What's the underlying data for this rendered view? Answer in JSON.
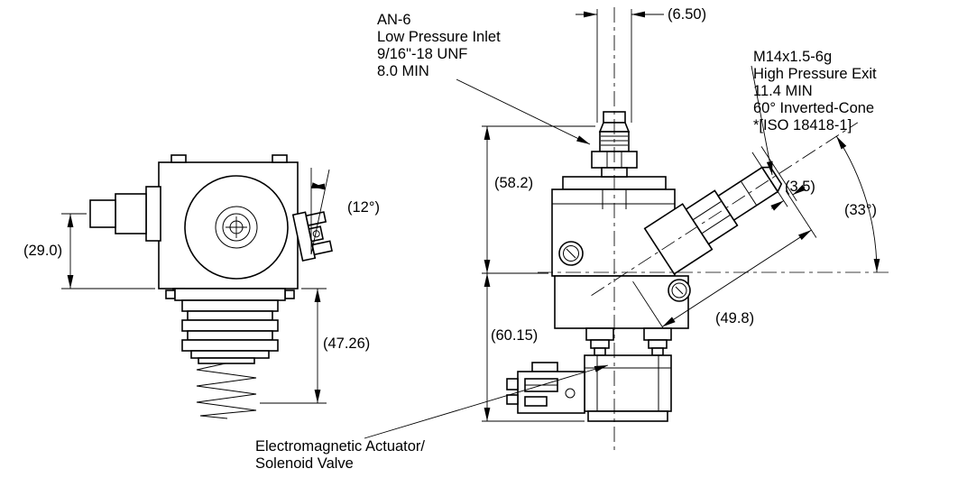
{
  "drawing": {
    "callouts": {
      "inlet": {
        "line1": "AN-6",
        "line2": "Low Pressure Inlet",
        "line3": "9/16\"-18 UNF",
        "line4": "8.0 MIN"
      },
      "exit": {
        "line1": "M14x1.5-6g",
        "line2": "High Pressure Exit",
        "line3": "11.4 MIN",
        "line4": "60° Inverted-Cone",
        "line5": "*[ISO 18418-1]"
      },
      "actuator": {
        "line1": "Electromagnetic Actuator/",
        "line2": "Solenoid Valve"
      }
    },
    "dimensions": {
      "top_width": "(6.50)",
      "inlet_height": "(29.0)",
      "connector_angle": "(12°)",
      "solenoid_length": "(47.26)",
      "upper_height": "(58.2)",
      "lower_height": "(60.15)",
      "tip_length": "(3.5)",
      "exit_angle": "(33°)",
      "exit_length": "(49.8)"
    }
  }
}
